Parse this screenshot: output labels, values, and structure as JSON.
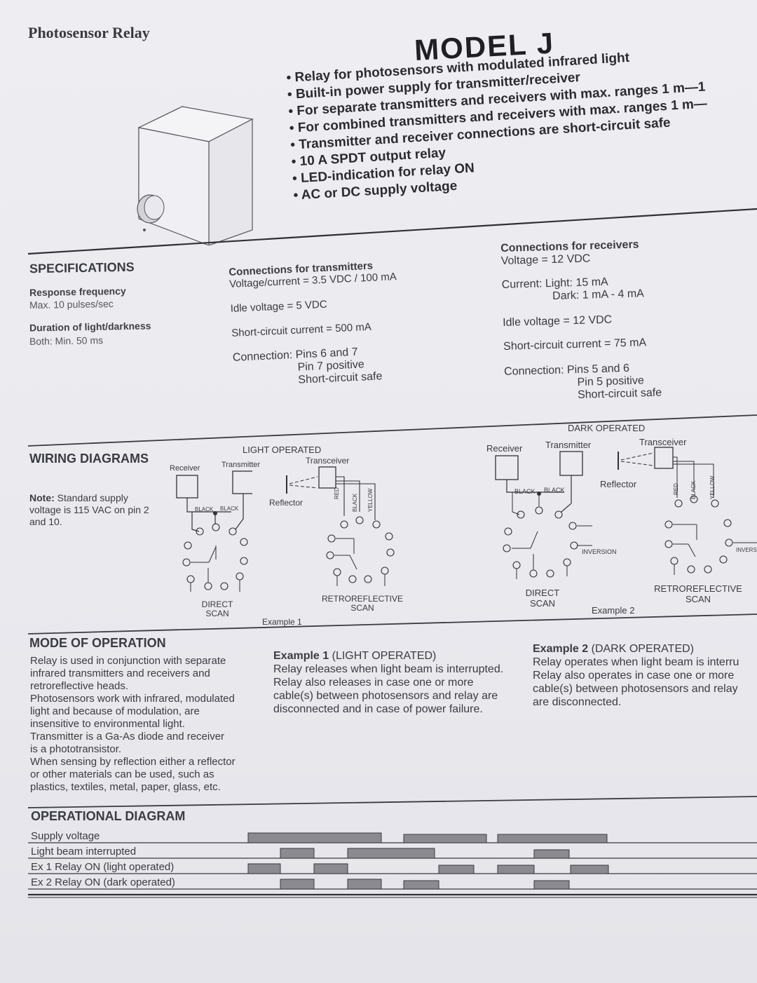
{
  "header": {
    "title": "Photosensor Relay",
    "model": "MODEL J"
  },
  "features": [
    "Relay for photosensors with modulated infrared light",
    "Built-in power supply for transmitter/receiver",
    "For separate transmitters and receivers with max. ranges 1 m—1",
    "For combined transmitters and receivers with max. ranges 1 m—",
    "Transmitter and receiver connections are short-circuit safe",
    "10 A SPDT output relay",
    "LED-indication for relay ON",
    "AC or DC supply voltage"
  ],
  "specifications": {
    "title": "SPECIFICATIONS",
    "response_label": "Response frequency",
    "response_value": "Max. 10 pulses/sec",
    "duration_label": "Duration of light/darkness",
    "duration_value": "Both: Min. 50 ms"
  },
  "transmitters": {
    "title": "Connections for transmitters",
    "voltage": "Voltage/current = 3.5 VDC / 100 mA",
    "idle": "Idle voltage = 5 VDC",
    "short": "Short-circuit current = 500 mA",
    "connection": "Connection: Pins 6 and 7",
    "pin_positive": "Pin 7 positive",
    "safe": "Short-circuit safe"
  },
  "receivers": {
    "title": "Connections for receivers",
    "voltage": "Voltage = 12 VDC",
    "current_light": "Current: Light: 15 mA",
    "current_dark": "Dark: 1 mA - 4 mA",
    "idle": "Idle voltage = 12 VDC",
    "short": "Short-circuit current = 75 mA",
    "connection": "Connection: Pins 5 and 6",
    "pin_positive": "Pin 5 positive",
    "safe": "Short-circuit safe"
  },
  "wiring": {
    "title": "WIRING DIAGRAMS",
    "note_label": "Note:",
    "note_text": "Standard supply voltage is 115 VAC on pin 2 and 10.",
    "light_operated": "LIGHT OPERATED",
    "dark_operated": "DARK OPERATED",
    "receiver": "Receiver",
    "transmitter": "Transmitter",
    "transceiver": "Transceiver",
    "reflector": "Reflector",
    "black": "BLACK",
    "red": "RED",
    "yellow": "YELLOW",
    "inversion": "INVERSION",
    "inversion_cut": "INVERS",
    "direct_scan": "DIRECT SCAN",
    "retro_scan": "RETROREFLECTIVE SCAN",
    "example1": "Example 1",
    "example2": "Example 2"
  },
  "mode": {
    "title": "MODE OF OPERATION",
    "lines": [
      "Relay is used in conjunction with separate",
      "infrared transmitters and receivers and",
      "retroreflective heads.",
      "Photosensors work with infrared, modulated",
      "light and because of modulation, are",
      "insensitive to environmental light.",
      "Transmitter is a Ga-As diode and receiver",
      "is a phototransistor.",
      "When sensing by reflection either a reflector",
      "or other materials can be used, such as",
      "plastics, textiles, metal, paper, glass, etc."
    ],
    "ex1_label": "Example 1",
    "ex1_mode": "(LIGHT OPERATED)",
    "ex1_lines": [
      "Relay releases when light beam is interrupted.",
      "Relay also releases in case one or more",
      "cable(s) between photosensors and relay are",
      "disconnected and in case of power failure."
    ],
    "ex2_label": "Example 2",
    "ex2_mode": "(DARK OPERATED)",
    "ex2_lines": [
      "Relay operates when light beam is interru",
      "Relay also operates in case one or more",
      "cable(s) between photosensors and relay",
      "are disconnected."
    ]
  },
  "operational": {
    "title": "OPERATIONAL DIAGRAM",
    "rows": [
      "Supply voltage",
      "Light beam interrupted",
      "Ex 1 Relay ON (light operated)",
      "Ex 2 Relay ON (dark operated)"
    ]
  },
  "colors": {
    "ink": "#2b2b30",
    "bar_fill": "#8a8a90",
    "paper": "#ececef"
  }
}
